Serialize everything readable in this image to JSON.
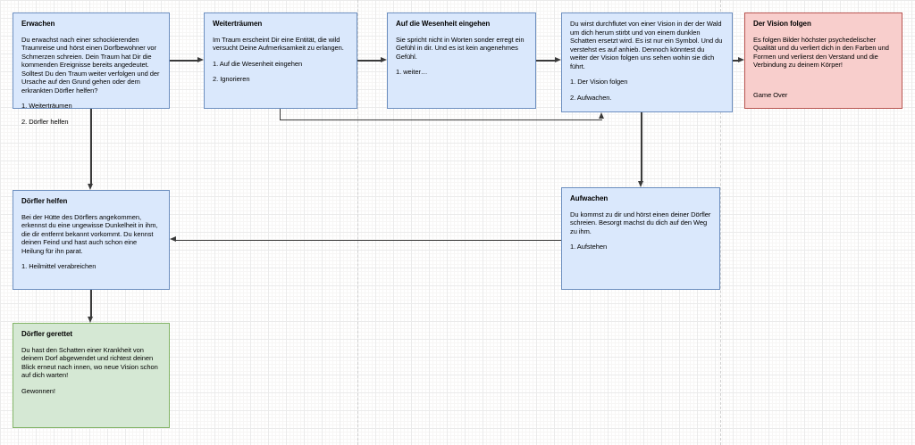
{
  "diagram": {
    "type": "flowchart",
    "language": "de",
    "colors": {
      "node_blue_fill": "#dae8fc",
      "node_blue_stroke": "#6c8ebf",
      "node_red_fill": "#f8cecc",
      "node_red_stroke": "#b85450",
      "node_green_fill": "#d5e8d4",
      "node_green_stroke": "#82b366",
      "edge": "#3a3a3a",
      "grid_major": "#ebebeb",
      "grid_minor": "#f7f6f5",
      "page_divider": "#cfcfcf"
    }
  },
  "nodes": [
    {
      "id": "erwachen",
      "title": "Erwachen",
      "body": "Du erwachst nach einer schockierenden Traumreise und hörst einen Dorfbewohner vor Schmerzen schreien. Dein Traum hat Dir die kommenden Ereignisse bereits angedeutet. Solltest Du den Traum weiter verfolgen und der Ursache auf den Grund gehen oder dem erkrankten Dörfler helfen?",
      "options": [
        "1. Weiterträumen",
        "2. Dörfler helfen"
      ],
      "color": "blue"
    },
    {
      "id": "weitertraeumen",
      "title": "Weiterträumen",
      "body": "Im Traum erscheint Dir eine Entität, die wild versucht Deine Aufmerksamkeit zu erlangen.",
      "options": [
        "1. Auf die Wesenheit eingehen",
        "2. Ignorieren"
      ],
      "color": "blue"
    },
    {
      "id": "wesenheit-eingehen",
      "title": "Auf die Wesenheit eingehen",
      "body": "Sie spricht nicht in Worten sonder erregt ein Gefühl in dir. Und es ist kein angenehmes Gefühl.",
      "options": [
        "1. weiter…"
      ],
      "color": "blue"
    },
    {
      "id": "vision",
      "title": "",
      "body": "Du wirst durchflutet von einer Vision in der der Wald um dich herum stirbt und von einem dunklen Schatten ersetzt wird. Es ist nur ein Symbol. Und du verstehst es auf anhieb. Dennoch könntest du weiter der Vision folgen uns sehen wohin sie dich führt.",
      "options": [
        "1. Der Vision folgen",
        "2. Aufwachen."
      ],
      "color": "blue"
    },
    {
      "id": "der-vision-folgen",
      "title": "Der Vision folgen",
      "body": "Es folgen Bilder höchster psychedelischer Qualität und du verliert dich in den Farben und Formen und verlierst den Verstand und die Verbindung zu deinem Körper!",
      "footer": "Game Over",
      "color": "red"
    },
    {
      "id": "doerfler-helfen",
      "title": "Dörfler helfen",
      "body": "Bei der Hütte des Dörflers angekommen, erkennst du eine ungewisse Dunkelheit in ihm, die dir entfernt bekannt vorkommt. Du kennst deinen Feind und hast auch schon eine Heilung für ihn parat.",
      "options": [
        "1. Heilmittel verabreichen"
      ],
      "color": "blue"
    },
    {
      "id": "aufwachen",
      "title": "Aufwachen",
      "body": "Du kommst zu dir und hörst einen deiner Dörfler schreien. Besorgt machst du dich auf den Weg zu ihm.",
      "options": [
        "1. Aufstehen"
      ],
      "color": "blue"
    },
    {
      "id": "doerfler-gerettet",
      "title": "Dörfler gerettet",
      "body": "Du hast den Schatten einer Krankheit von deinem Dorf abgewendet und richtest deinen Blick erneut nach innen, wo neue Vision schon auf dich warten!",
      "footer": "Gewonnen!",
      "color": "green"
    }
  ],
  "edges": [
    {
      "from": "erwachen",
      "to": "weitertraeumen"
    },
    {
      "from": "weitertraeumen",
      "to": "wesenheit-eingehen"
    },
    {
      "from": "wesenheit-eingehen",
      "to": "vision"
    },
    {
      "from": "vision",
      "to": "der-vision-folgen"
    },
    {
      "from": "erwachen",
      "to": "doerfler-helfen"
    },
    {
      "from": "weitertraeumen",
      "to": "vision"
    },
    {
      "from": "vision",
      "to": "aufwachen"
    },
    {
      "from": "aufwachen",
      "to": "doerfler-helfen"
    },
    {
      "from": "doerfler-helfen",
      "to": "doerfler-gerettet"
    }
  ]
}
